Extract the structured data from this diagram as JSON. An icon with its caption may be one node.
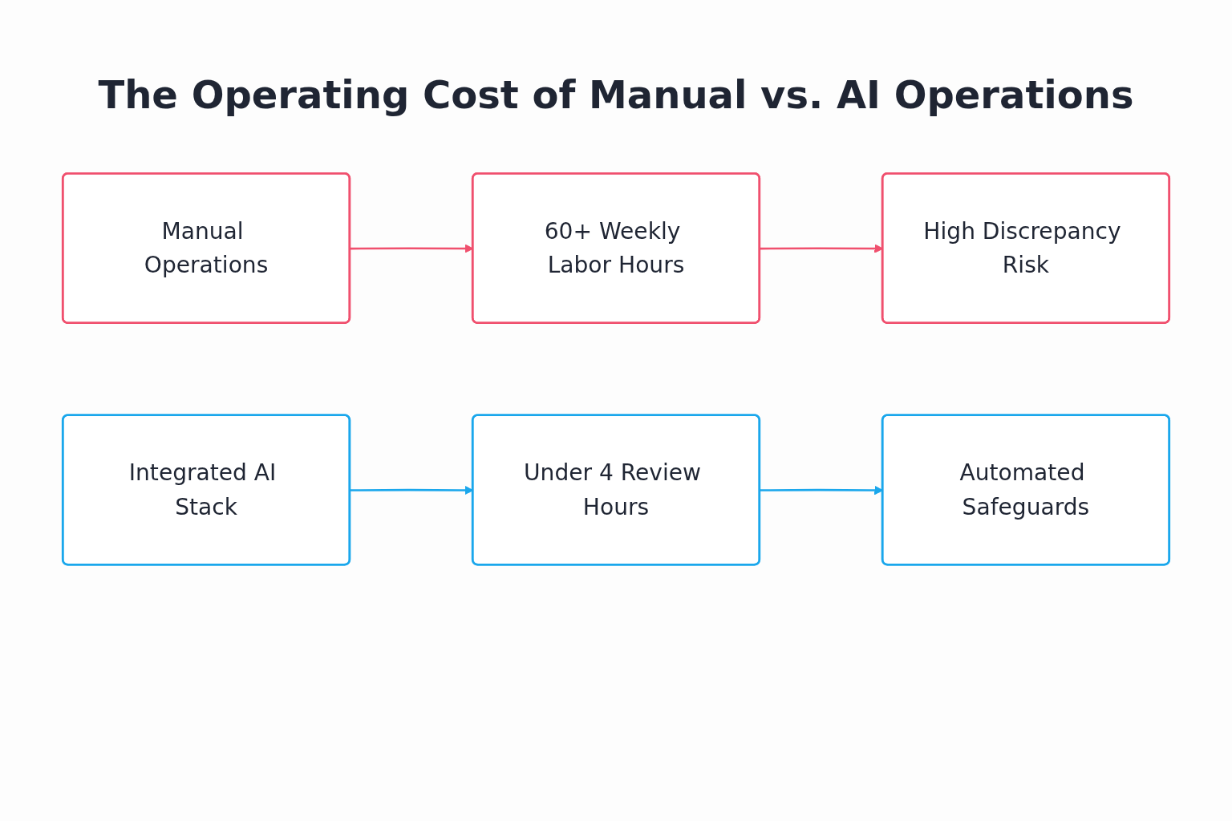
{
  "diagram": {
    "title": "The Operating Cost of Manual vs. AI Operations",
    "nodes": [
      {
        "text": [
          "Manual Operations"
        ]
      },
      {
        "text": [
          "60+ Weekly Labor Hours"
        ]
      },
      {
        "text": [
          "High Discrepancy Risk"
        ]
      },
      {
        "text": [
          "Integrated AI Stack"
        ]
      },
      {
        "text": [
          "Under 4 Review Hours"
        ]
      },
      {
        "text": [
          "Automated Safeguards"
        ]
      }
    ],
    "edges": [
      {
        "from": 0,
        "to": 1,
        "arrow": "to",
        "color": "#f0506e"
      },
      {
        "from": 1,
        "to": 2,
        "arrow": "to",
        "color": "#f0506e"
      },
      {
        "from": 3,
        "to": 4,
        "arrow": "to",
        "color": "#1aa7ec"
      },
      {
        "from": 4,
        "to": 5,
        "arrow": "to",
        "color": "#1aa7ec"
      }
    ]
  }
}
